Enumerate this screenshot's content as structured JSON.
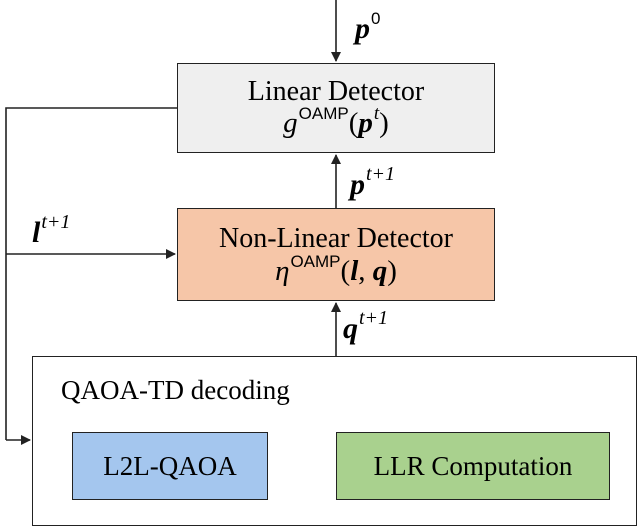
{
  "linear_detector": {
    "title": "Linear Detector",
    "func": "g",
    "sup": "OAMP",
    "arg": "p",
    "arg_sup": "t"
  },
  "nonlinear_detector": {
    "title": "Non-Linear Detector",
    "func": "η",
    "sup": "OAMP",
    "arg1": "l",
    "arg2": "q"
  },
  "qaoa_group": {
    "title": "QAOA-TD decoding",
    "l2l_label": "L2L-QAOA",
    "llr_label": "LLR Computation"
  },
  "edge_labels": {
    "p0": {
      "base": "p",
      "sup": "0"
    },
    "p_next": {
      "base": "p",
      "sup": "t+1"
    },
    "l_next": {
      "base": "l",
      "sup": "t+1"
    },
    "q_next": {
      "base": "q",
      "sup": "t+1"
    }
  },
  "colors": {
    "linear_fill": "#efefef",
    "nonlinear_fill": "#f6c6a8",
    "l2l_fill": "#a4c6ee",
    "llr_fill": "#a9d18e",
    "stroke": "#222222"
  }
}
